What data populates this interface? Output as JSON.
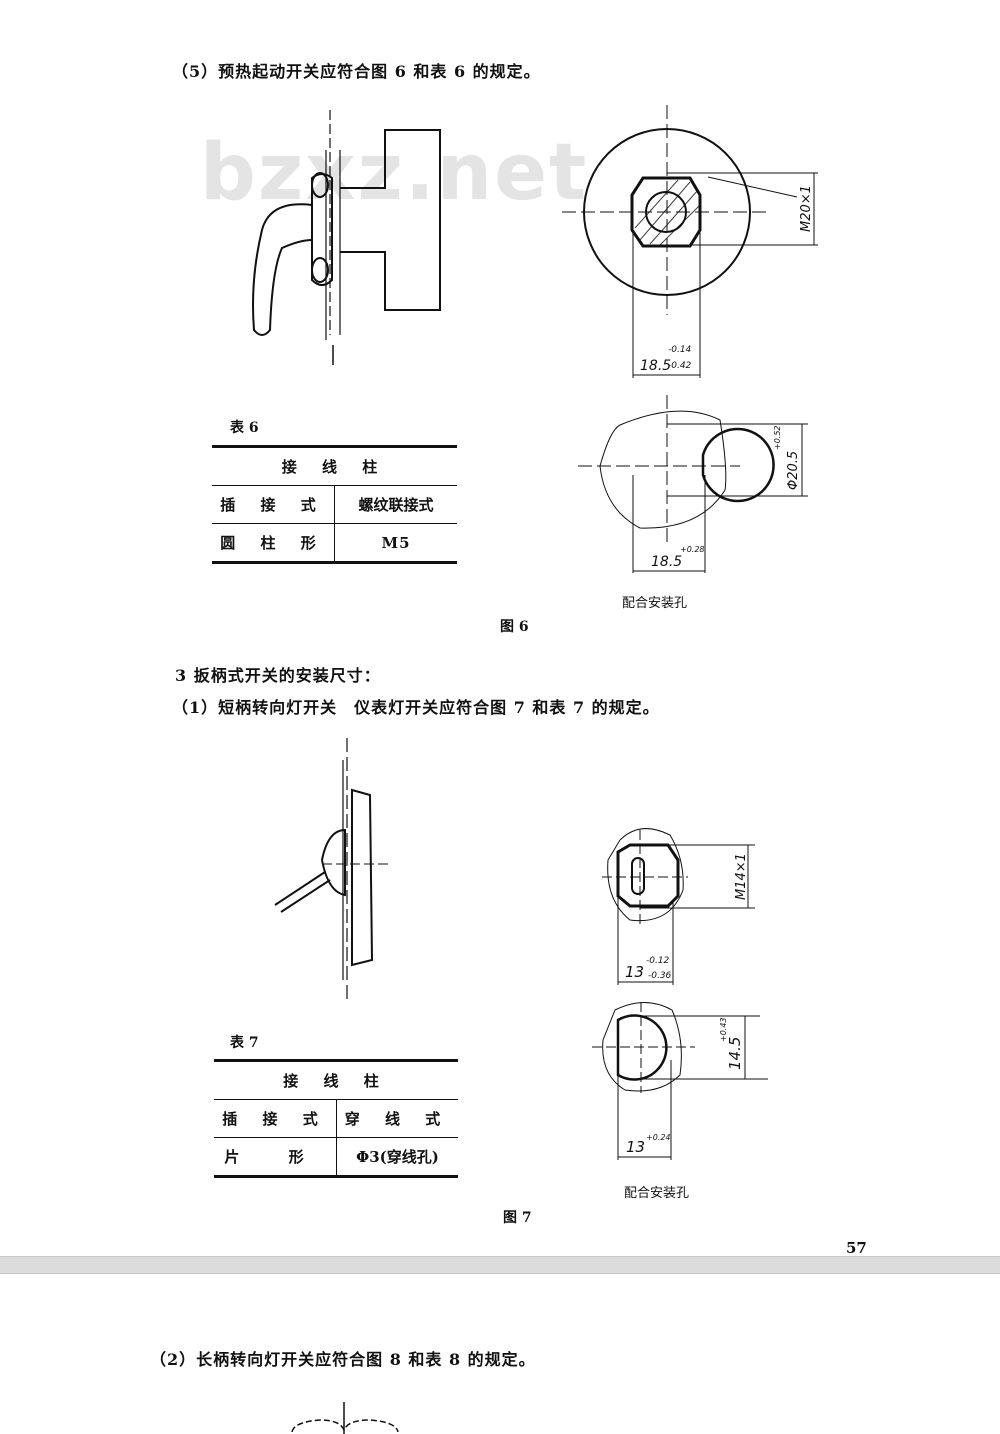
{
  "page1": {
    "item5": "（5）预热起动开关应符合图 6 和表 6 的规定。",
    "watermark": "bzxz.net",
    "table6": {
      "caption": "表 6",
      "header": "接 线 柱",
      "rows": [
        [
          "插 接 式",
          "螺纹联接式"
        ],
        [
          "圆 柱 形",
          "M5"
        ]
      ]
    },
    "fig6": {
      "dim_thread": "M20×1",
      "dim_width": "18.5",
      "dim_width_tol_upper": "-0.14",
      "dim_width_tol_lower": "-0.42",
      "dim_hole_dia": "Φ20.5",
      "dim_hole_dia_tol": "+0.52",
      "dim_hole_width": "18.5",
      "dim_hole_width_tol": "+0.28",
      "hole_label": "配合安装孔",
      "caption": "图 6"
    },
    "section3": "3  扳柄式开关的安装尺寸：",
    "item1": "（1）短柄转向灯开关　仪表灯开关应符合图 7 和表 7 的规定。",
    "table7": {
      "caption": "表 7",
      "header": "接 线 柱",
      "rows": [
        [
          "插 接 式",
          "穿 线 式"
        ],
        [
          "片 形",
          "Φ3(穿线孔)"
        ]
      ]
    },
    "fig7": {
      "dim_thread": "M14×1",
      "dim_width": "13",
      "dim_width_tol_upper": "-0.12",
      "dim_width_tol_lower": "-0.36",
      "dim_hole_dia": "14.5",
      "dim_hole_dia_tol": "+0.43",
      "dim_hole_width": "13",
      "dim_hole_width_tol": "+0.24",
      "hole_label": "配合安装孔",
      "caption": "图 7"
    },
    "page_number": "57"
  },
  "page2": {
    "item2": "（2）长柄转向灯开关应符合图 8 和表 8 的规定。"
  }
}
